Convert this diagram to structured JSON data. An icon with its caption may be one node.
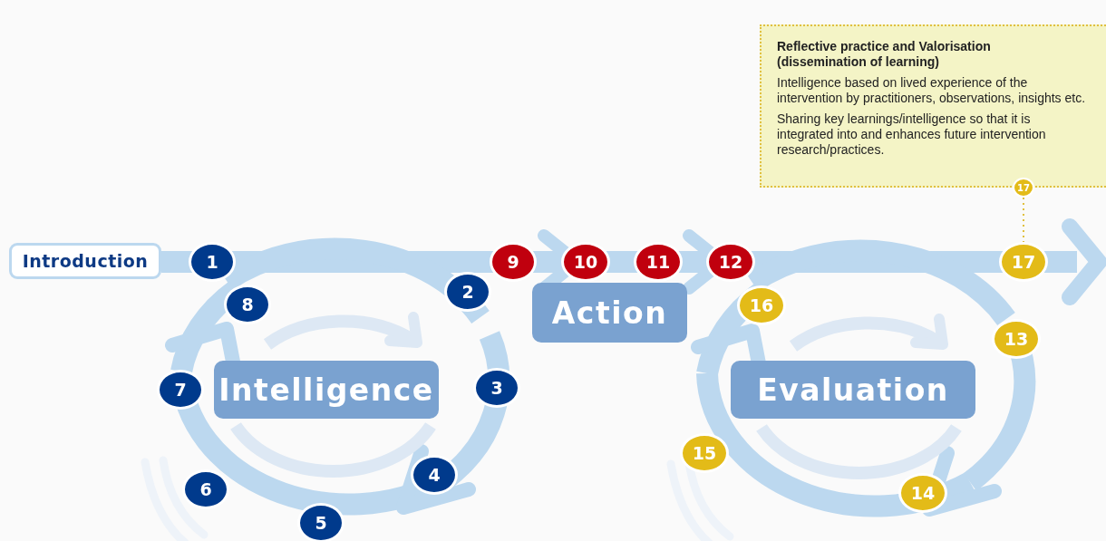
{
  "diagram": {
    "nodes": [
      {
        "text": [
          "Reflective practice and Valorisation (dissemination of learning)",
          "Intelligence based on lived experience of the intervention by practitioners, observations, insights etc.",
          "Sharing key learnings/intelligence so that it is integrated into and enhances future intervention research/practices."
        ]
      },
      {
        "text": [
          "17"
        ]
      },
      {
        "text": [
          "Introduction"
        ]
      },
      {
        "text": [
          "1"
        ]
      },
      {
        "text": [
          "9"
        ]
      },
      {
        "text": [
          "10"
        ]
      },
      {
        "text": [
          "11"
        ]
      },
      {
        "text": [
          "12"
        ]
      },
      {
        "text": [
          "17"
        ]
      },
      {
        "text": [
          "2"
        ]
      },
      {
        "text": [
          "8"
        ]
      },
      {
        "text": [
          "16"
        ]
      },
      {
        "text": [
          "Action"
        ]
      },
      {
        "text": [
          "13"
        ]
      },
      {
        "text": [
          "7"
        ]
      },
      {
        "text": [
          "Intelligence"
        ]
      },
      {
        "text": [
          "3"
        ]
      },
      {
        "text": [
          "Evaluation"
        ]
      },
      {
        "text": [
          "15"
        ]
      },
      {
        "text": [
          "4"
        ]
      },
      {
        "text": [
          "6"
        ]
      },
      {
        "text": [
          "14"
        ]
      },
      {
        "text": [
          "5"
        ]
      }
    ],
    "edges": [
      {
        "from": 1,
        "to": 8,
        "arrow": "none",
        "style": "dashed",
        "color": "#e0c040"
      }
    ]
  }
}
